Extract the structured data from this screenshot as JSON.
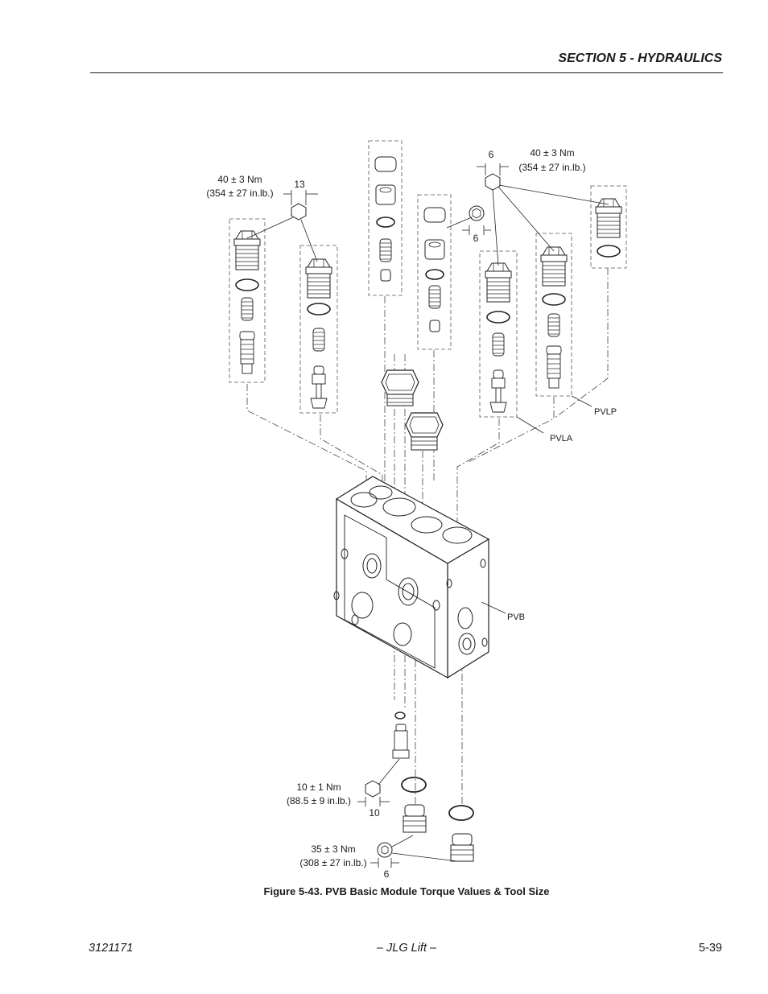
{
  "header": {
    "section_title": "SECTION 5 - HYDRAULICS"
  },
  "figure": {
    "callouts": {
      "left_torque_nm": "40 ± 3 Nm",
      "left_torque_inlb": "(354 ± 27 in.lb.)",
      "left_tool": "13",
      "right_tool": "6",
      "right_torque_nm": "40 ± 3 Nm",
      "right_torque_inlb": "(354 ± 27 in.lb.)",
      "mid_tool": "6",
      "bottom_torque1_nm": "10 ± 1 Nm",
      "bottom_torque1_inlb": "(88.5 ± 9 in.lb.)",
      "bottom_tool1": "10",
      "bottom_torque2_nm": "35 ± 3 Nm",
      "bottom_torque2_inlb": "(308 ± 27 in.lb.)",
      "bottom_tool2": "6"
    },
    "labels": {
      "pvlp": "PVLP",
      "pvla": "PVLA",
      "pvb": "PVB"
    },
    "caption": "Figure 5-43.  PVB Basic Module Torque Values & Tool Size"
  },
  "footer": {
    "doc_number": "3121171",
    "publisher": "– JLG Lift –",
    "page_number": "5-39"
  }
}
